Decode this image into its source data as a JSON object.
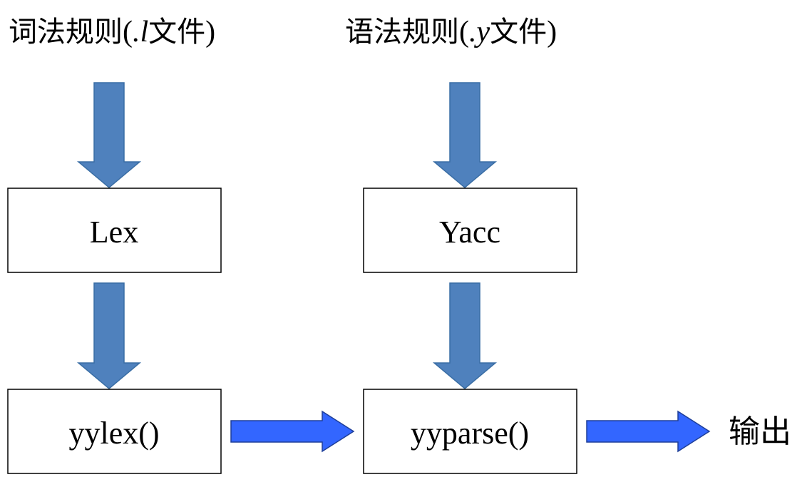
{
  "headers": {
    "lex_rules": {
      "prefix": "词法规则",
      "open_paren": "(",
      "ext": ".l",
      "suffix": "文件",
      "close_paren": ")"
    },
    "yacc_rules": {
      "prefix": "语法规则",
      "open_paren": "(",
      "ext": ".y",
      "suffix": "文件",
      "close_paren": ")"
    }
  },
  "boxes": {
    "lex": "Lex",
    "yacc": "Yacc",
    "yylex": "yylex()",
    "yyparse": "yyparse()"
  },
  "output_label": "输出",
  "colors": {
    "down_arrow": "#4f81bd",
    "right_arrow": "#3366ff",
    "box_border": "#000000",
    "text": "#000000"
  }
}
